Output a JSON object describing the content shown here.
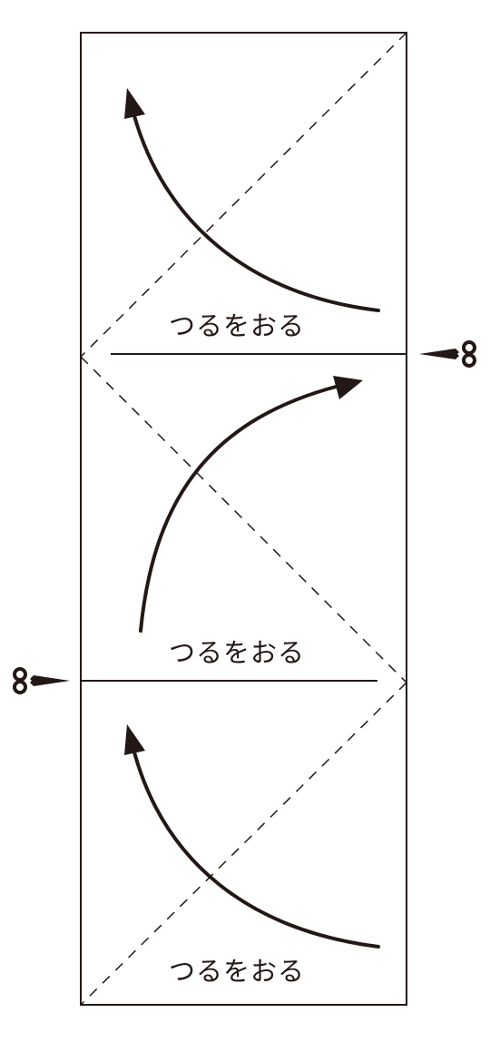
{
  "sections": [
    {
      "label": "つるをおる"
    },
    {
      "label": "つるをおる"
    },
    {
      "label": "つるをおる"
    }
  ],
  "icons": {
    "scissors_right": "scissors-icon",
    "scissors_left": "scissors-icon"
  },
  "colors": {
    "ink": "#231815",
    "background": "#ffffff"
  }
}
